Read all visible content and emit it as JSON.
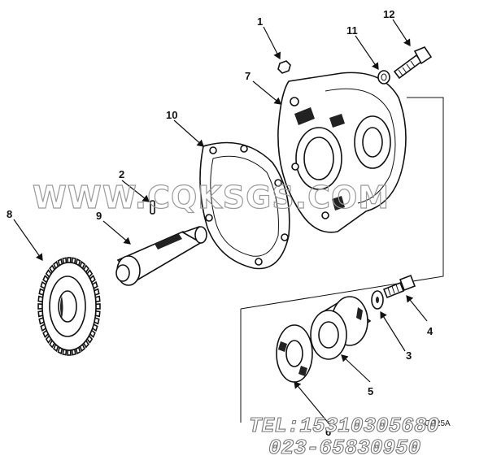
{
  "diagram": {
    "callouts": [
      "1",
      "2",
      "3",
      "4",
      "5",
      "6",
      "7",
      "8",
      "9",
      "10",
      "11",
      "12"
    ],
    "figure_code": "CP25A"
  },
  "watermark": {
    "site": "WWW.CQKSGS.COM",
    "tel": "TEL:15310305680",
    "phone": "023-65830950"
  }
}
